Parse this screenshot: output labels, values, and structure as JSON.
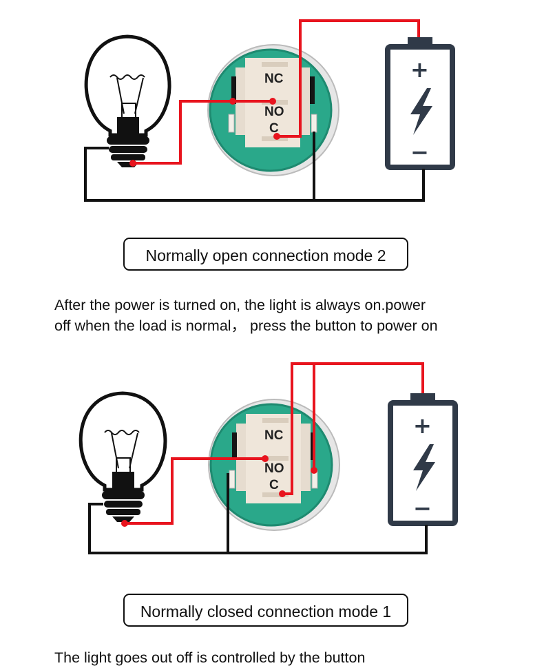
{
  "colors": {
    "wire_red": "#e8141e",
    "wire_black": "#111111",
    "battery": "#303a48",
    "switch_green": "#2aa88a",
    "switch_block": "#efe6da"
  },
  "diagrams": [
    {
      "terminal_labels": {
        "nc": "NC",
        "no": "NO",
        "c": "C"
      },
      "battery_signs": {
        "plus": "+",
        "minus": "−"
      },
      "mode_label": "Normally open connection mode 2",
      "description_lines": [
        "After the power is turned on, the light is always on.power",
        "off when the load is normal，  press the button to power on"
      ]
    },
    {
      "terminal_labels": {
        "nc": "NC",
        "no": "NO",
        "c": "C"
      },
      "battery_signs": {
        "plus": "+",
        "minus": "−"
      },
      "mode_label": "Normally closed connection mode 1",
      "description_lines": [
        "The light goes out off is controlled by the button"
      ]
    }
  ],
  "icons": [
    "light-bulb-icon",
    "battery-icon",
    "lightning-bolt-icon",
    "push-button-switch-icon"
  ]
}
